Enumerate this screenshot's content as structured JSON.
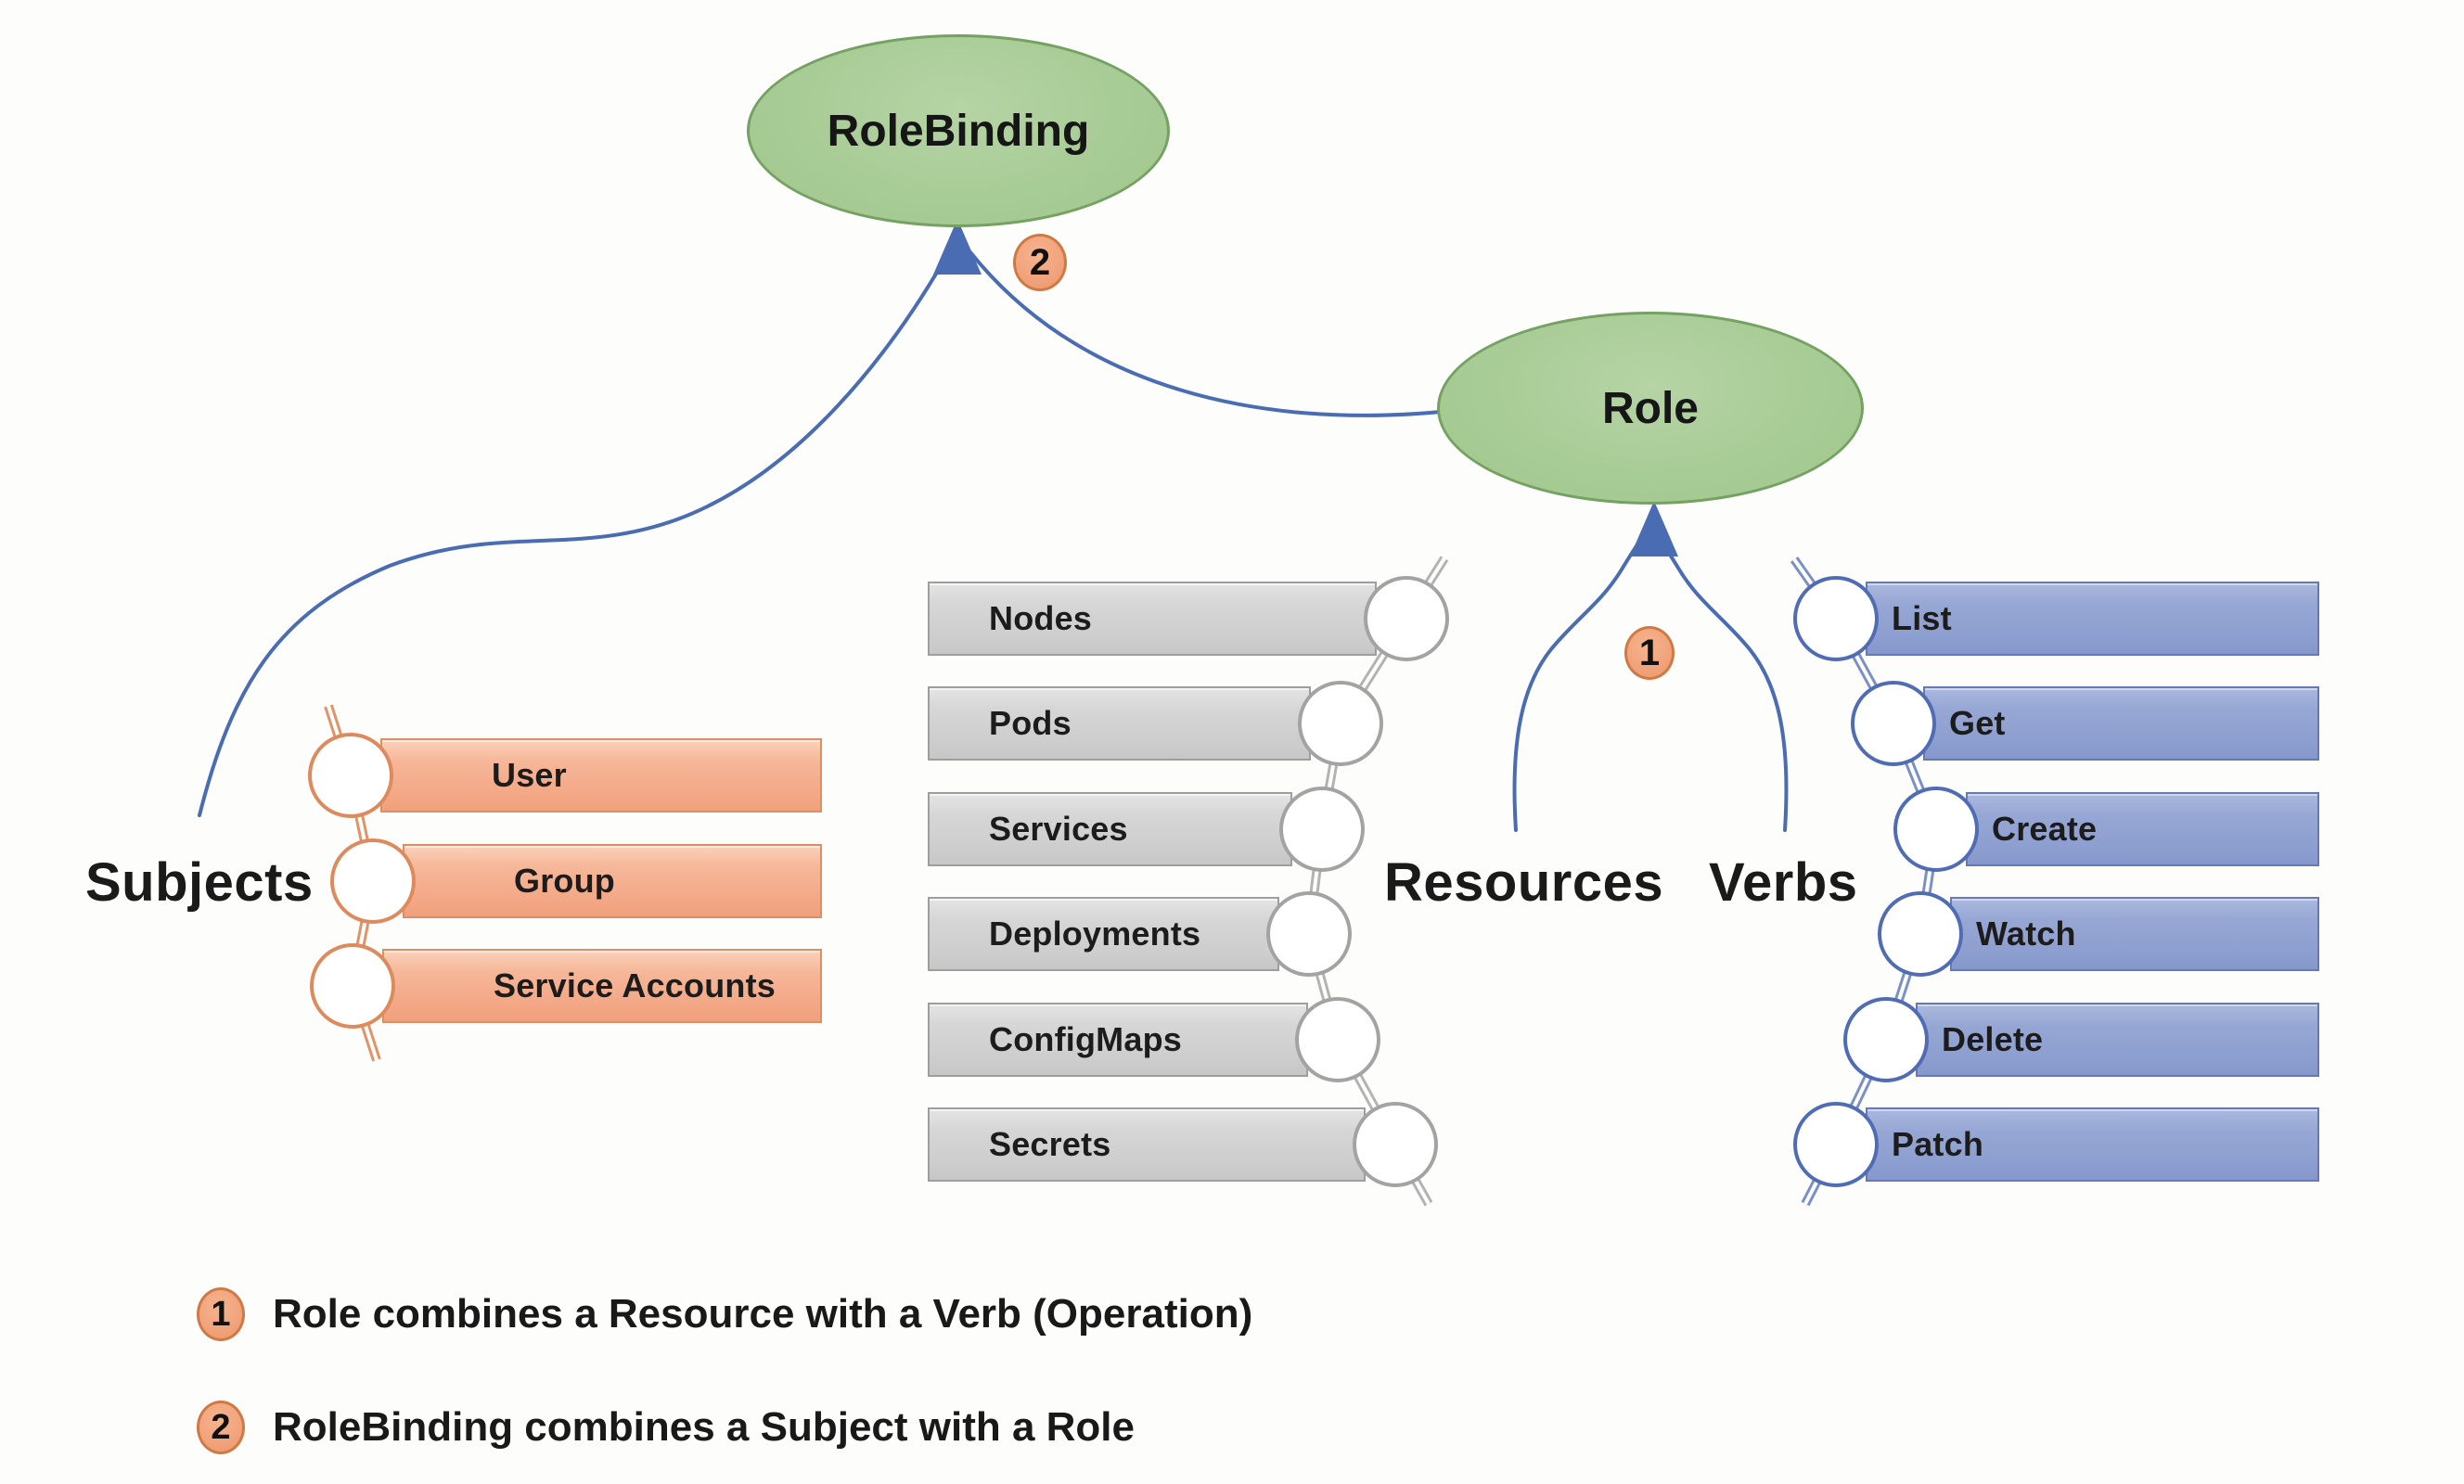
{
  "nodes": {
    "rolebinding": {
      "label": "RoleBinding"
    },
    "role": {
      "label": "Role"
    }
  },
  "badges": {
    "one": "1",
    "two": "2"
  },
  "groups": {
    "subjects": {
      "label": "Subjects",
      "items": [
        "User",
        "Group",
        "Service Accounts"
      ]
    },
    "resources": {
      "label": "Resources",
      "items": [
        "Nodes",
        "Pods",
        "Services",
        "Deployments",
        "ConfigMaps",
        "Secrets"
      ]
    },
    "verbs": {
      "label": "Verbs",
      "items": [
        "List",
        "Get",
        "Create",
        "Watch",
        "Delete",
        "Patch"
      ]
    }
  },
  "legend": [
    {
      "num": "1",
      "text": "Role combines a Resource with a Verb (Operation)"
    },
    {
      "num": "2",
      "text": "RoleBinding combines a Subject with a Role"
    }
  ],
  "colors": {
    "node_fill": "#a8cc96",
    "node_border": "#75a162",
    "subject_fill": "#f3a785",
    "subject_border": "#dd8f63",
    "resource_fill": "#cfcfcf",
    "resource_border": "#9e9e9e",
    "verb_fill": "#8c9ecf",
    "verb_border": "#6579b6",
    "connector_blue": "#4a6cb3",
    "badge_fill": "#f1a37b",
    "badge_border": "#cf7a45",
    "text": "#1a1a1a",
    "background": "#fdfdfc"
  }
}
